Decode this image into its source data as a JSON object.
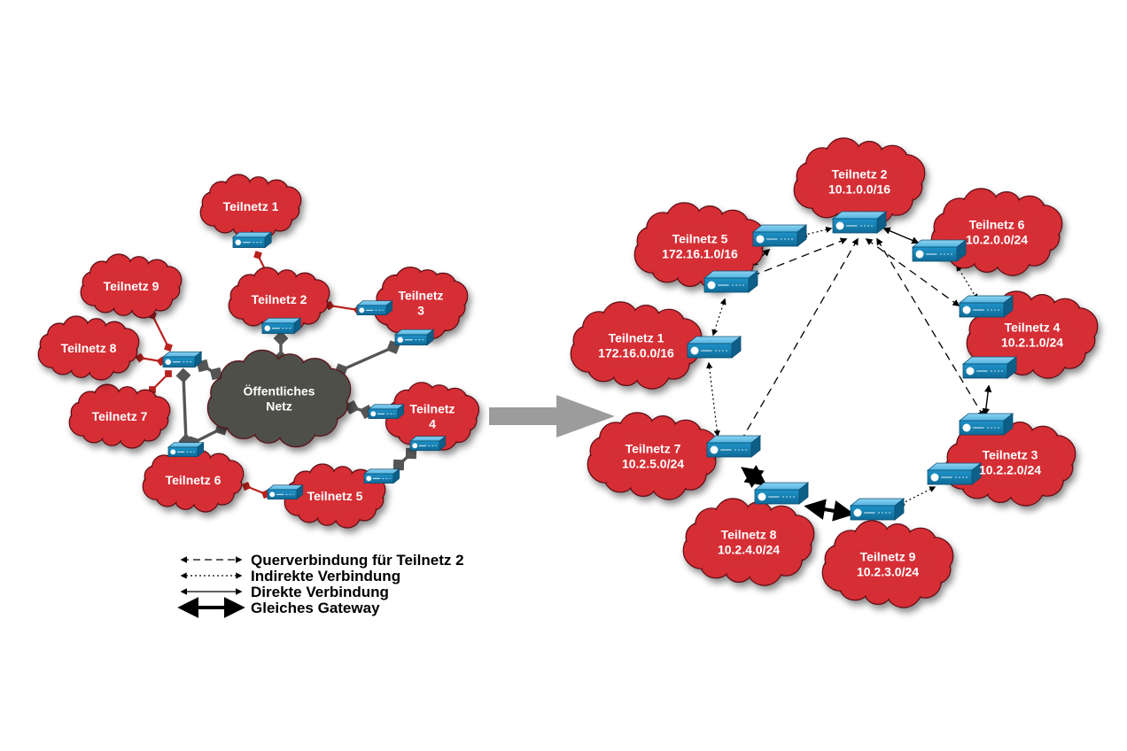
{
  "colors": {
    "cloud_red": "#d62d36",
    "cloud_public": "#4f5049",
    "gateway_blue": "#1a86b8",
    "link_red": "#b9211d",
    "link_dark": "#555555",
    "arrow_gray": "#9c9c9c"
  },
  "icons": {
    "gateway": "vpn-gateway-icon",
    "cloud": "network-cloud-icon",
    "transition_arrow": "right-arrow-icon"
  },
  "left": {
    "public_net": [
      "Öffentliches",
      "Netz"
    ],
    "subnets": {
      "t1": [
        "Teilnetz 1"
      ],
      "t2": [
        "Teilnetz 2"
      ],
      "t3": [
        "Teilnetz",
        "3"
      ],
      "t4": [
        "Teilnetz",
        "4"
      ],
      "t5": [
        "Teilnetz 5"
      ],
      "t6": [
        "Teilnetz 6"
      ],
      "t7": [
        "Teilnetz 7"
      ],
      "t8": [
        "Teilnetz 8"
      ],
      "t9": [
        "Teilnetz 9"
      ]
    }
  },
  "right": {
    "subnets": {
      "t1": [
        "Teilnetz 1",
        "172.16.0.0/16"
      ],
      "t2": [
        "Teilnetz 2",
        "10.1.0.0/16"
      ],
      "t3": [
        "Teilnetz 3",
        "10.2.2.0/24"
      ],
      "t4": [
        "Teilnetz 4",
        "10.2.1.0/24"
      ],
      "t5": [
        "Teilnetz 5",
        "172.16.1.0/16"
      ],
      "t6": [
        "Teilnetz 6",
        "10.2.0.0/24"
      ],
      "t7": [
        "Teilnetz 7",
        "10.2.5.0/24"
      ],
      "t8": [
        "Teilnetz 8",
        "10.2.4.0/24"
      ],
      "t9": [
        "Teilnetz 9",
        "10.2.3.0/24"
      ]
    }
  },
  "legend": [
    {
      "style": "dashed",
      "label": "Querverbindung für Teilnetz 2"
    },
    {
      "style": "dotted",
      "label": "Indirekte Verbindung"
    },
    {
      "style": "thin",
      "label": "Direkte Verbindung"
    },
    {
      "style": "thick",
      "label": "Gleiches Gateway"
    }
  ]
}
